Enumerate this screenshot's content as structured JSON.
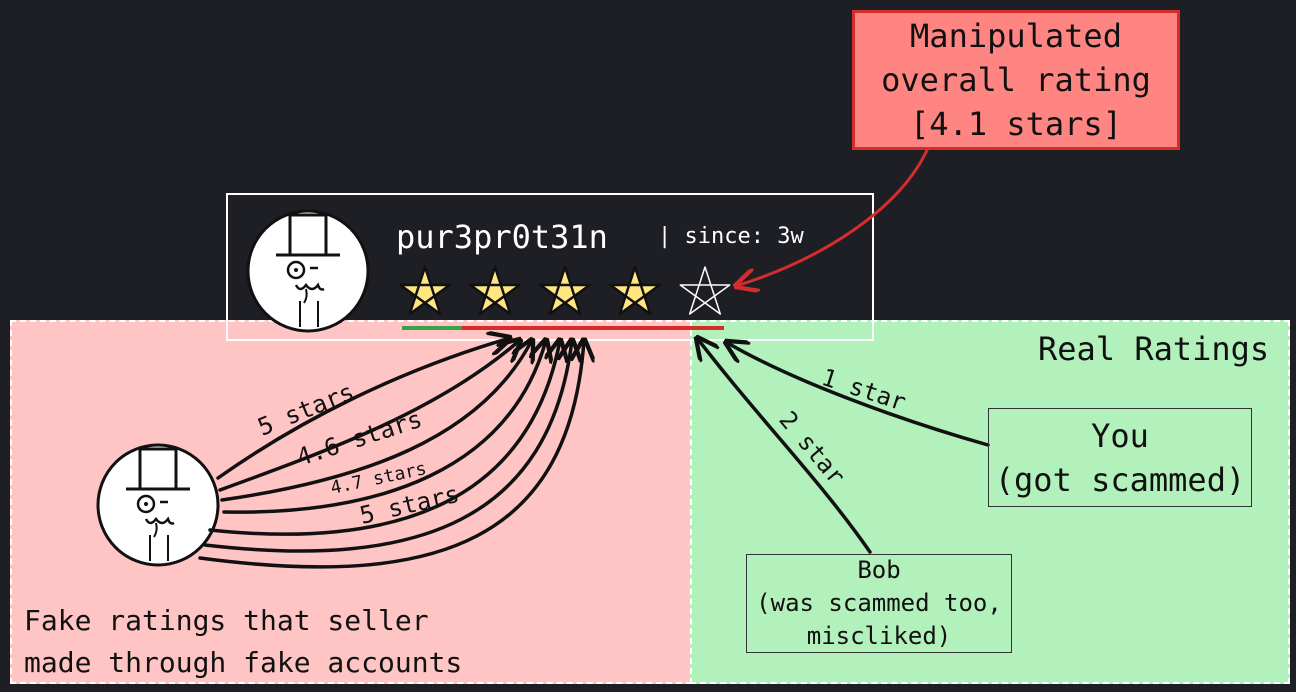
{
  "seller": {
    "name": "pur3pr0t31n",
    "since": "| since: 3w",
    "stars_filled": 4,
    "stars_total": 5
  },
  "callout": {
    "line1": "Manipulated",
    "line2": "overall rating",
    "line3": "[4.1 stars]"
  },
  "fake_ratings": {
    "labels": [
      "5 stars",
      "4.6 stars",
      "4.7 stars",
      "5 stars"
    ],
    "caption_line1": "Fake ratings that seller",
    "caption_line2": "made through fake accounts"
  },
  "real_ratings": {
    "title": "Real Ratings",
    "you_line1": "You",
    "you_line2": "(got scammed)",
    "you_label": "1 star",
    "bob_line1": "Bob",
    "bob_line2": "(was scammed too,",
    "bob_line3": "miscliked)",
    "bob_label": "2 star"
  },
  "colors": {
    "fake_zone": "#ffc5c4",
    "real_zone": "#b2f0bc",
    "callout_bg": "#ff8583",
    "callout_border": "#d52c2c",
    "star_fill": "#ffe680",
    "background": "#1e1f25"
  }
}
